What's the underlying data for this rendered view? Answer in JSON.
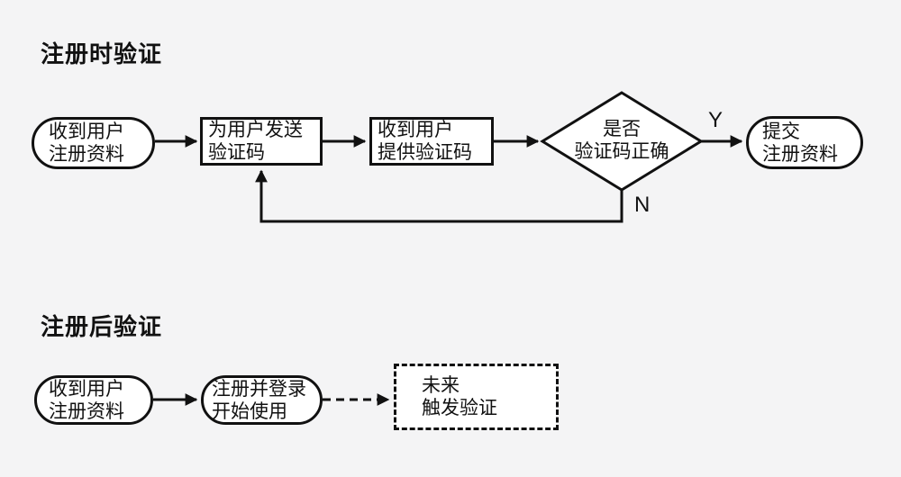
{
  "colors": {
    "background": "#f4f4f5",
    "node_fill": "#ffffff",
    "stroke": "#111111",
    "text": "#111111"
  },
  "registration_flow": {
    "title": "注册时验证",
    "nodes": {
      "receive_info": {
        "line1": "收到用户",
        "line2": "注册资料"
      },
      "send_code": {
        "line1": "为用户发送",
        "line2": "验证码"
      },
      "receive_code": {
        "line1": "收到用户",
        "line2": "提供验证码"
      },
      "code_correct": {
        "line1": "是否",
        "line2": "验证码正确"
      },
      "submit_info": {
        "line1": "提交",
        "line2": "注册资料"
      }
    },
    "labels": {
      "yes": "Y",
      "no": "N"
    }
  },
  "post_registration_flow": {
    "title": "注册后验证",
    "nodes": {
      "receive_info": {
        "line1": "收到用户",
        "line2": "注册资料"
      },
      "register_login": {
        "line1": "注册并登录",
        "line2": "开始使用"
      },
      "future_verify": {
        "line1": "未来",
        "line2": "触发验证"
      }
    }
  }
}
